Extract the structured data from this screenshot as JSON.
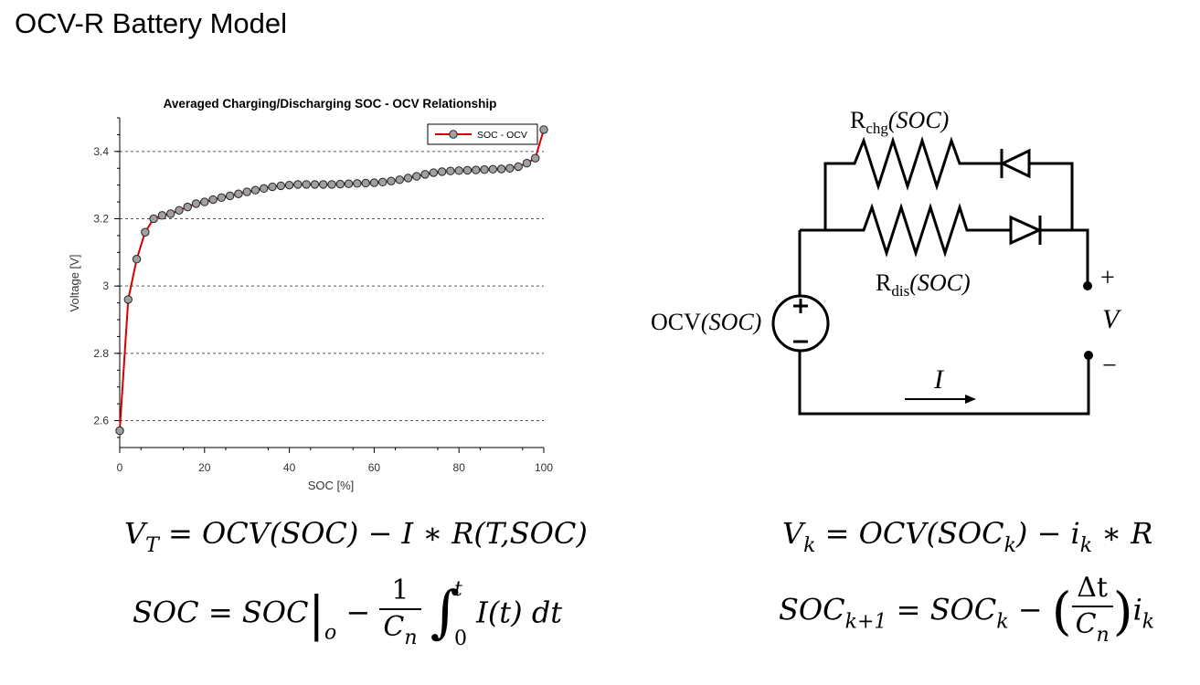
{
  "slide": {
    "title": "OCV-R Battery Model"
  },
  "chart_data": {
    "type": "line",
    "title": "Averaged Charging/Discharging SOC - OCV Relationship",
    "xlabel": "SOC [%]",
    "ylabel": "Voltage [V]",
    "xlim": [
      0,
      100
    ],
    "ylim": [
      2.52,
      3.5
    ],
    "x_ticks": [
      0,
      20,
      40,
      60,
      80,
      100
    ],
    "y_ticks": [
      2.6,
      2.8,
      3,
      3.2,
      3.4
    ],
    "y_tick_labels": [
      "2.6",
      "2.8",
      "3",
      "3.2",
      "3.4"
    ],
    "grid": "horizontal dashed",
    "legend": "top-right",
    "line_color": "#d40000",
    "marker_color": "#a0a0a0",
    "series": [
      {
        "name": "SOC - OCV",
        "x": [
          0,
          2,
          4,
          6,
          8,
          10,
          12,
          14,
          16,
          18,
          20,
          22,
          24,
          26,
          28,
          30,
          32,
          34,
          36,
          38,
          40,
          42,
          44,
          46,
          48,
          50,
          52,
          54,
          56,
          58,
          60,
          62,
          64,
          66,
          68,
          70,
          72,
          74,
          76,
          78,
          80,
          82,
          84,
          86,
          88,
          90,
          92,
          94,
          96,
          98,
          100
        ],
        "y": [
          2.57,
          2.96,
          3.08,
          3.16,
          3.2,
          3.21,
          3.215,
          3.225,
          3.235,
          3.245,
          3.25,
          3.257,
          3.263,
          3.268,
          3.274,
          3.28,
          3.285,
          3.29,
          3.295,
          3.298,
          3.3,
          3.302,
          3.302,
          3.302,
          3.302,
          3.302,
          3.303,
          3.304,
          3.305,
          3.306,
          3.307,
          3.309,
          3.312,
          3.316,
          3.321,
          3.326,
          3.332,
          3.337,
          3.34,
          3.342,
          3.343,
          3.344,
          3.345,
          3.346,
          3.347,
          3.348,
          3.35,
          3.355,
          3.365,
          3.38,
          3.465
        ]
      }
    ]
  },
  "circuit": {
    "r_chg_label": "R",
    "r_chg_sub": "chg",
    "r_chg_arg": "(SOC)",
    "r_dis_label": "R",
    "r_dis_sub": "dis",
    "r_dis_arg": "(SOC)",
    "source_label": "OCV",
    "source_arg": "(SOC)",
    "plus_sign": "+",
    "minus_sign": "−",
    "voltage_label": "V",
    "current_label": "I"
  },
  "equations": {
    "eq1": {
      "v": "V",
      "v_sub": "T",
      "rhs": "= OCV(SOC) − I  ∗ R(T,SOC)"
    },
    "eq2": {
      "lhs": "SOC = SOC",
      "bar_sub": "o",
      "minus": "−",
      "num": "1",
      "den": "C",
      "den_sub": "n",
      "int_upper": "t",
      "int_lower": "0",
      "integrand": "I(t) dt"
    },
    "eq3": {
      "v": "V",
      "v_sub": "k",
      "mid": "= OCV(SOC",
      "mid_sub": "k",
      "rhs": ") − i",
      "i_sub": "k",
      "tail": " ∗ R"
    },
    "eq4": {
      "lhs": "SOC",
      "lhs_sub": "k+1",
      "mid": " = SOC",
      "mid_sub": "k",
      "minus": " − ",
      "num": "Δt",
      "den": "C",
      "den_sub": "n",
      "tail": "i",
      "tail_sub": "k"
    }
  }
}
